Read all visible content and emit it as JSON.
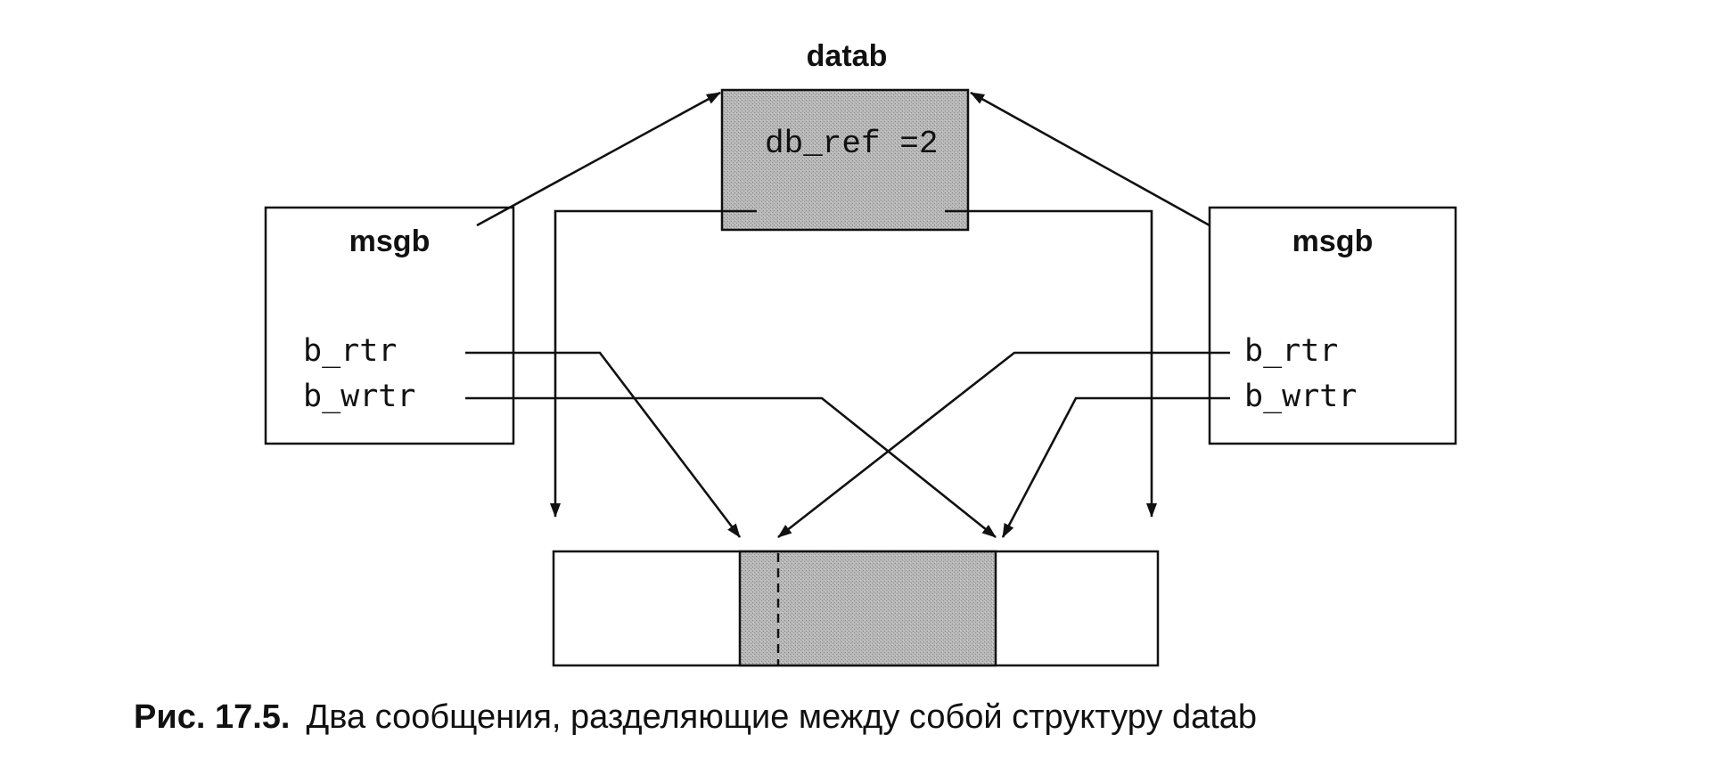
{
  "datab": {
    "title": "datab",
    "field": "db_ref =2"
  },
  "left_msgb": {
    "title": "msgb",
    "fields": [
      "b_rtr",
      "b_wrtr"
    ]
  },
  "right_msgb": {
    "title": "msgb",
    "fields": [
      "b_rtr",
      "b_wrtr"
    ]
  },
  "caption": {
    "label": "Рис. 17.5.",
    "text": "Два сообщения, разделяющие между собой структуру datab"
  }
}
